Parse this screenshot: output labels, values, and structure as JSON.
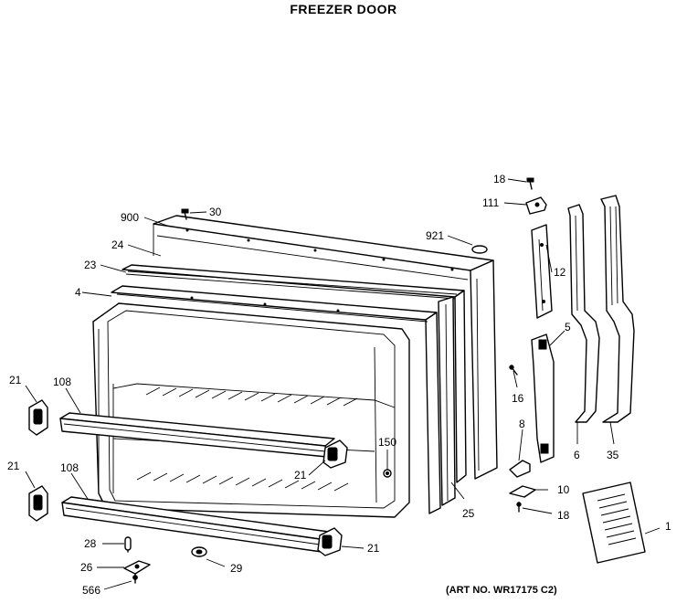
{
  "diagram": {
    "title": "FREEZER DOOR",
    "art_number": "(ART NO. WR17175 C2)",
    "callouts": {
      "c18a": "18",
      "c111": "111",
      "c900": "900",
      "c30": "30",
      "c921": "921",
      "c24": "24",
      "c23": "23",
      "c12": "12",
      "c4": "4",
      "c5": "5",
      "c21a": "21",
      "c108a": "108",
      "c16": "16",
      "c8": "8",
      "c150": "150",
      "c21b": "21",
      "c6": "6",
      "c35": "35",
      "c21c": "21",
      "c108b": "108",
      "c25": "25",
      "c10": "10",
      "c18b": "18",
      "c1": "1",
      "c28": "28",
      "c21d": "21",
      "c26": "26",
      "c29": "29",
      "c566": "566"
    }
  }
}
